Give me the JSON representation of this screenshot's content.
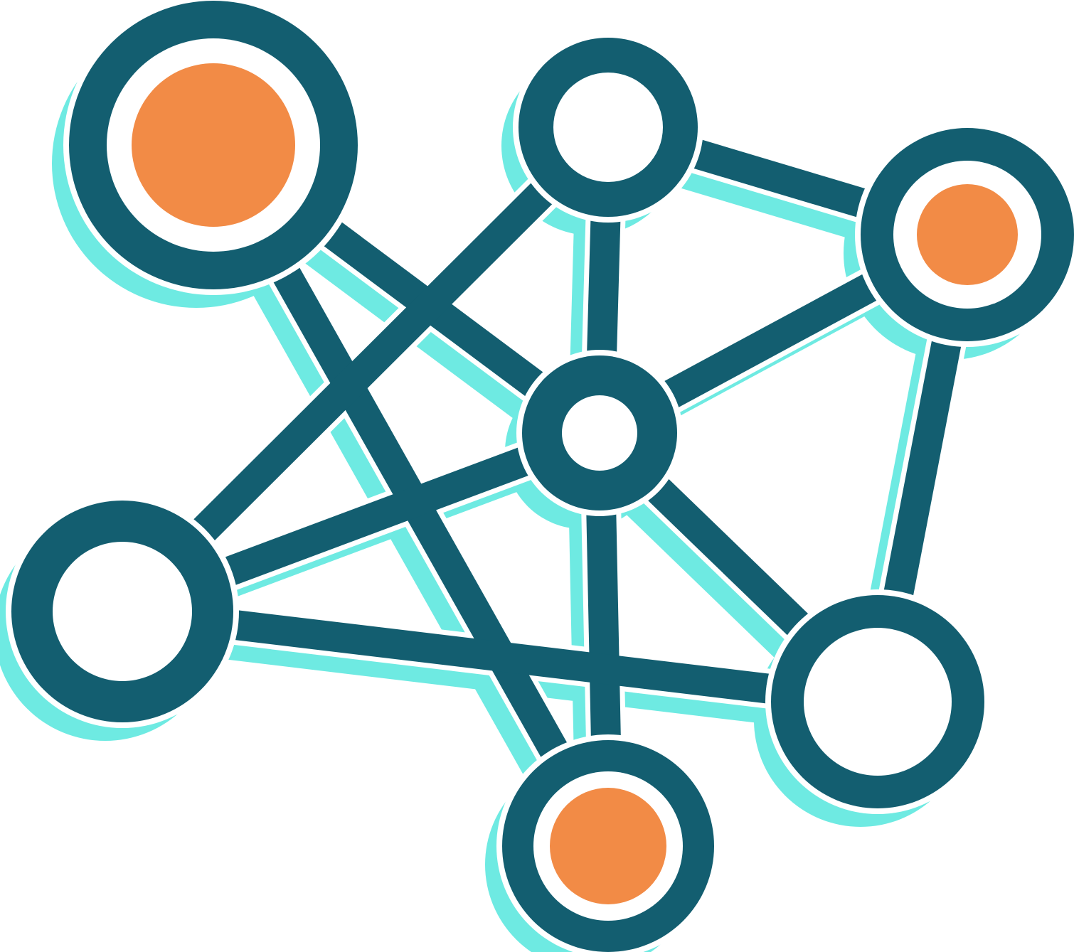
{
  "diagram": {
    "type": "network-graph-icon",
    "colors": {
      "background": "#ffffff",
      "stroke": "#135e70",
      "shadow": "#6eeae2",
      "accent_fill": "#f28b46",
      "inner_fill": "#ffffff"
    },
    "nodes": [
      {
        "id": "top-left",
        "filled": true
      },
      {
        "id": "top-center",
        "filled": false
      },
      {
        "id": "top-right",
        "filled": true
      },
      {
        "id": "hub",
        "filled": false
      },
      {
        "id": "left",
        "filled": false
      },
      {
        "id": "bottom-right",
        "filled": false
      },
      {
        "id": "bottom",
        "filled": true
      }
    ],
    "edges": [
      {
        "from": "top-left",
        "to": "hub"
      },
      {
        "from": "top-left",
        "to": "bottom"
      },
      {
        "from": "top-center",
        "to": "left"
      },
      {
        "from": "top-center",
        "to": "hub"
      },
      {
        "from": "top-center",
        "to": "top-right"
      },
      {
        "from": "top-right",
        "to": "hub"
      },
      {
        "from": "top-right",
        "to": "bottom-right"
      },
      {
        "from": "hub",
        "to": "left"
      },
      {
        "from": "hub",
        "to": "bottom-right"
      },
      {
        "from": "hub",
        "to": "bottom"
      },
      {
        "from": "left",
        "to": "bottom-right"
      }
    ]
  }
}
